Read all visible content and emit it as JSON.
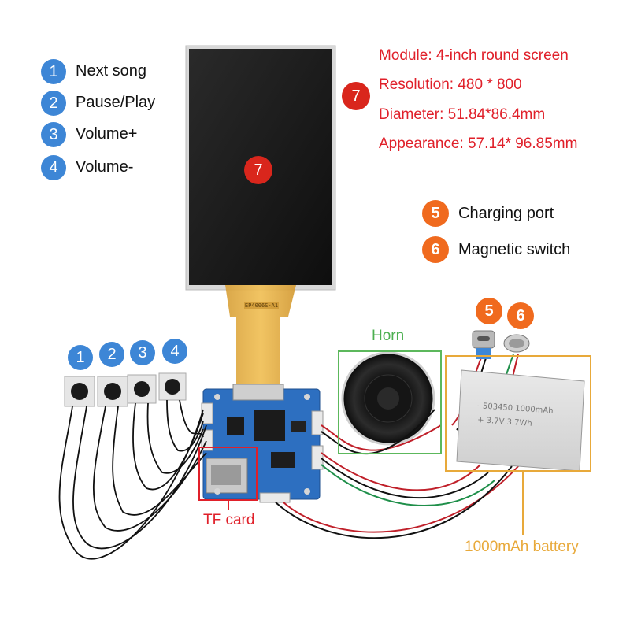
{
  "legend": [
    {
      "num": "1",
      "label": "Next song"
    },
    {
      "num": "2",
      "label": "Pause/Play"
    },
    {
      "num": "3",
      "label": "Volume+"
    },
    {
      "num": "4",
      "label": "Volume-"
    }
  ],
  "screen_marker": "7",
  "specs": {
    "marker": "7",
    "module": "Module: 4-inch round screen",
    "resolution": "Resolution: 480 * 800",
    "diameter": "Diameter: 51.84*86.4mm",
    "appearance": "Appearance: 57.14* 96.85mm"
  },
  "ports": [
    {
      "num": "5",
      "label": "Charging port"
    },
    {
      "num": "6",
      "label": "Magnetic switch"
    }
  ],
  "buttons": [
    "1",
    "2",
    "3",
    "4"
  ],
  "port_markers": [
    "5",
    "6"
  ],
  "labels": {
    "horn": "Horn",
    "tf_card": "TF card",
    "battery": "1000mAh battery",
    "fpc_text": "EP4006S-A1",
    "battery_print_1": "- 503450 1000mAh",
    "battery_print_2": "+ 3.7V 3.7Wh"
  },
  "colors": {
    "blue_marker": "#3d86d6",
    "orange_marker": "#f06a1e",
    "red_marker": "#d9261c",
    "spec_text": "#e0202a",
    "horn_box": "#5cb85c",
    "tf_box": "#e0202a",
    "battery_box": "#e8a93a"
  }
}
